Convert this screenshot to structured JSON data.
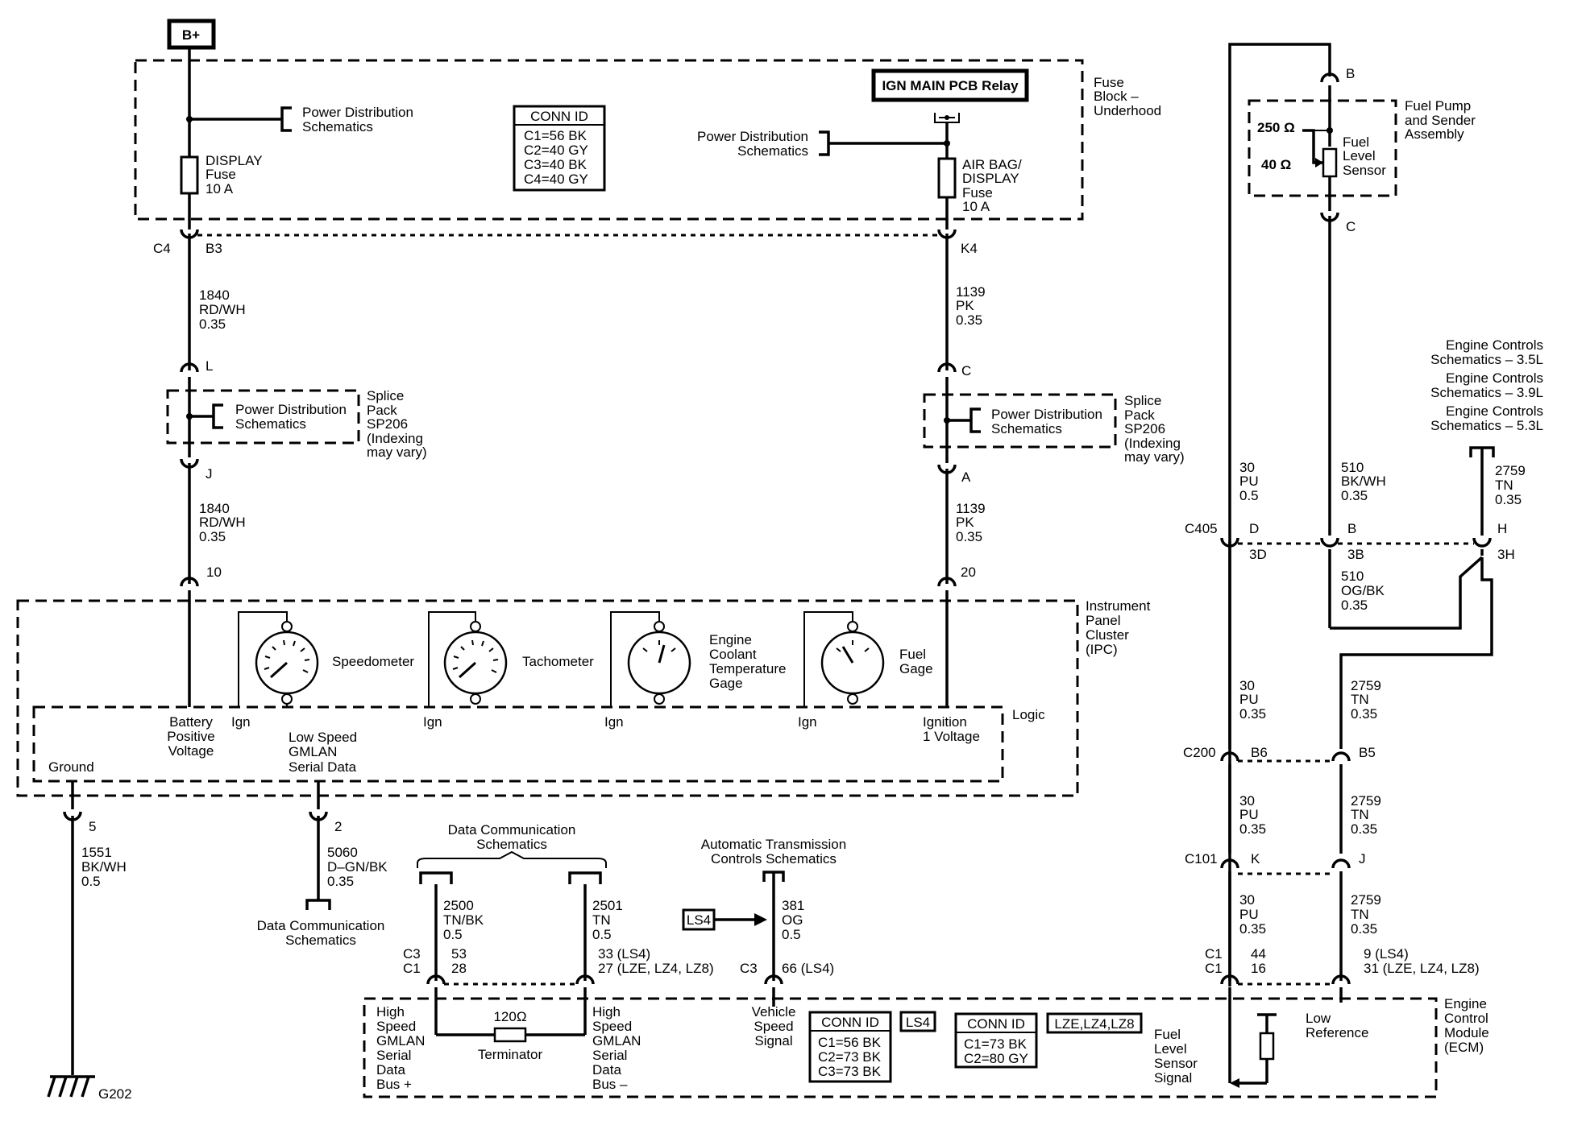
{
  "power": {
    "b_plus": "B+"
  },
  "fuse_block": {
    "label": [
      "Fuse",
      "Block –",
      "Underhood"
    ]
  },
  "fuse_display": {
    "label": [
      "DISPLAY",
      "Fuse",
      "10 A"
    ]
  },
  "fuse_airbag": {
    "label": [
      "AIR BAG/",
      "DISPLAY",
      "Fuse",
      "10 A"
    ]
  },
  "relay": {
    "label": "IGN MAIN PCB Relay"
  },
  "pds": [
    "Power Distribution",
    "Schematics"
  ],
  "conn_id_fuse": {
    "title": "CONN ID",
    "rows": [
      "C1=56 BK",
      "C2=40 GY",
      "C3=40 BK",
      "C4=40 GY"
    ]
  },
  "connectors": {
    "c4": "C4",
    "b3": "B3",
    "k4": "K4",
    "l": "L",
    "j": "J",
    "c": "C",
    "a": "A",
    "n10": "10",
    "n20": "20",
    "n5": "5",
    "n2": "2",
    "b": "B",
    "c_pump": "C",
    "c405": "C405",
    "d": "D",
    "b405": "B",
    "h": "H",
    "d3": "3D",
    "b3b": "3B",
    "h3": "3H",
    "c200": "C200",
    "b6": "B6",
    "b5": "B5",
    "c101": "C101",
    "k": "K",
    "jj": "J"
  },
  "wires": {
    "w1840a": [
      "1840",
      "RD/WH",
      "0.35"
    ],
    "w1840b": [
      "1840",
      "RD/WH",
      "0.35"
    ],
    "w1139a": [
      "1139",
      "PK",
      "0.35"
    ],
    "w1139b": [
      "1139",
      "PK",
      "0.35"
    ],
    "w1551": [
      "1551",
      "BK/WH",
      "0.5"
    ],
    "w5060": [
      "5060",
      "D–GN/BK",
      "0.35"
    ],
    "w30a": [
      "30",
      "PU",
      "0.5"
    ],
    "w510a": [
      "510",
      "BK/WH",
      "0.35"
    ],
    "w2759a": [
      "2759",
      "TN",
      "0.35"
    ],
    "w510b": [
      "510",
      "OG/BK",
      "0.35"
    ],
    "w30b": [
      "30",
      "PU",
      "0.35"
    ],
    "w2759b": [
      "2759",
      "TN",
      "0.35"
    ],
    "w30c": [
      "30",
      "PU",
      "0.35"
    ],
    "w2759c": [
      "2759",
      "TN",
      "0.35"
    ],
    "w30d": [
      "30",
      "PU",
      "0.35"
    ],
    "w2759d": [
      "2759",
      "TN",
      "0.35"
    ],
    "w2500": [
      "2500",
      "TN/BK",
      "0.5"
    ],
    "w2501": [
      "2501",
      "TN",
      "0.5"
    ],
    "w381": [
      "381",
      "OG",
      "0.5"
    ]
  },
  "splice": {
    "label": [
      "Splice",
      "Pack",
      "SP206",
      "(Indexing",
      "may vary)"
    ]
  },
  "ipc": {
    "label": [
      "Instrument",
      "Panel",
      "Cluster",
      "(IPC)"
    ],
    "logic": "Logic"
  },
  "gauges": {
    "speed": "Speedometer",
    "tach": "Tachometer",
    "coolant": [
      "Engine",
      "Coolant",
      "Temperature",
      "Gage"
    ],
    "fuel": [
      "Fuel",
      "Gage"
    ]
  },
  "ipc_pins": {
    "ign": "Ign",
    "battery": [
      "Battery",
      "Positive",
      "Voltage"
    ],
    "ign1": [
      "Ignition",
      "1 Voltage"
    ],
    "ground": "Ground",
    "gmlan": [
      "Low Speed",
      "GMLAN",
      "Serial Data"
    ]
  },
  "ground": {
    "label": "G202"
  },
  "dcs": [
    "Data Communication",
    "Schematics"
  ],
  "atcs": [
    "Automatic Transmission",
    "Controls Schematics"
  ],
  "ls4": "LS4",
  "pump": {
    "label": [
      "Fuel Pump",
      "and Sender",
      "Assembly"
    ],
    "r250": "250 Ω",
    "r40": "40 Ω",
    "sensor": [
      "Fuel",
      "Level",
      "Sensor"
    ]
  },
  "engine_controls": [
    "Engine Controls",
    "Schematics – 3.5L",
    "Engine Controls",
    "Schematics – 3.9L",
    "Engine Controls",
    "Schematics – 5.3L"
  ],
  "ecm": {
    "label": [
      "Engine",
      "Control",
      "Module",
      "(ECM)"
    ],
    "hs_plus": [
      "High",
      "Speed",
      "GMLAN",
      "Serial",
      "Data",
      "Bus +"
    ],
    "hs_minus": [
      "High",
      "Speed",
      "GMLAN",
      "Serial",
      "Data",
      "Bus –"
    ],
    "term_r": "120Ω",
    "terminator": "Terminator",
    "vss": [
      "Vehicle",
      "Speed",
      "Signal"
    ],
    "fls": [
      "Fuel",
      "Level",
      "Sensor",
      "Signal"
    ],
    "lowref": [
      "Low",
      "Reference"
    ],
    "c3": "C3",
    "c1": "C1",
    "p53": "53",
    "p28": "28",
    "p33": "33 (LS4)",
    "p27": "27 (LZE, LZ4, LZ8)",
    "c3b": "C3",
    "p66": "66 (LS4)",
    "c1a": "C1",
    "c1b": "C1",
    "p44": "44",
    "p16": "16",
    "p9": "9 (LS4)",
    "p31": "31 (LZE, LZ4, LZ8)"
  },
  "conn_id_ls4": {
    "title": "CONN ID",
    "tag": "LS4",
    "rows": [
      "C1=56 BK",
      "C2=73 BK",
      "C3=73 BK"
    ]
  },
  "conn_id_lze": {
    "title": "CONN ID",
    "tag": "LZE,LZ4,LZ8",
    "rows": [
      "C1=73 BK",
      "C2=80 GY"
    ]
  }
}
